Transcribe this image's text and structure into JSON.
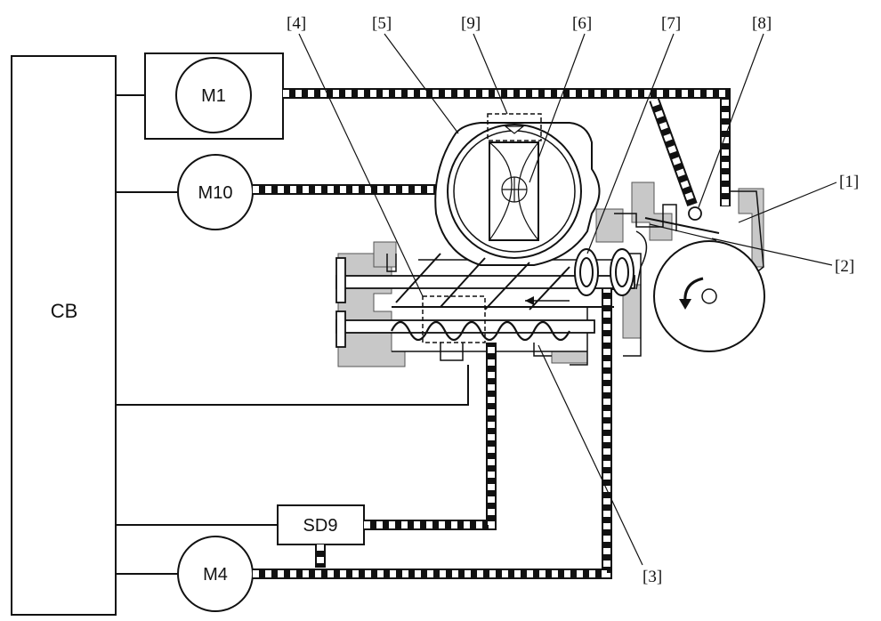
{
  "blocks": {
    "cb": "CB",
    "m1": "M1",
    "m10": "M10",
    "m4": "M4",
    "sd9": "SD9"
  },
  "callouts": [
    "[1]",
    "[2]",
    "[3]",
    "[4]",
    "[5]",
    "[6]",
    "[7]",
    "[8]",
    "[9]"
  ],
  "colors": {
    "line": "#111111",
    "gray_part": "#c8c8c8",
    "background": "#ffffff"
  }
}
